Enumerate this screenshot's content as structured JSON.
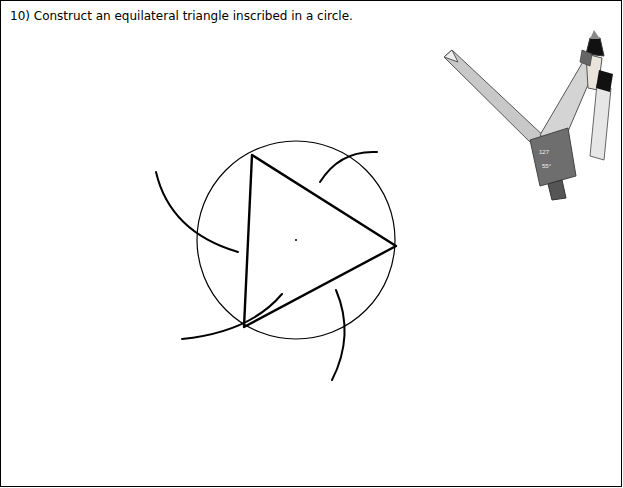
{
  "diagram": {
    "title": "10) Construct an equilateral triangle inscribed in a circle.",
    "labels": [
      "127",
      "55°"
    ]
  }
}
